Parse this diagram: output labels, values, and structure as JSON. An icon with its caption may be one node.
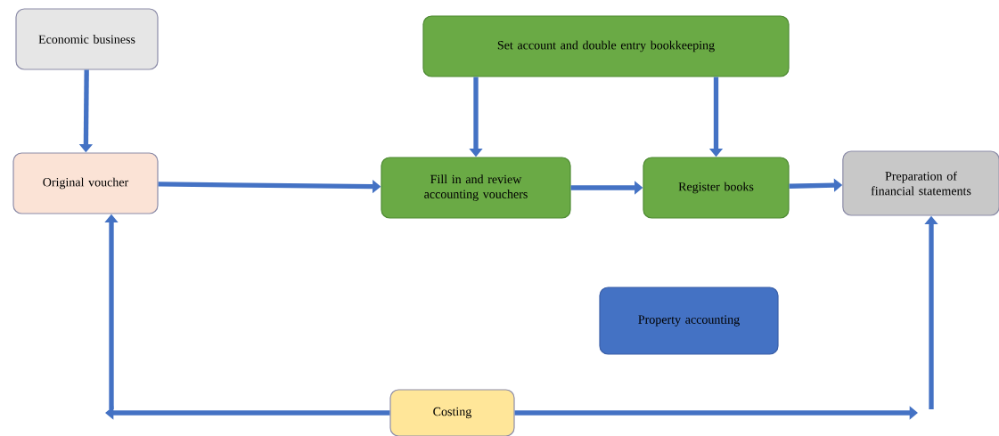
{
  "diagram": {
    "nodes": [
      {
        "text": [
          "Economic business"
        ]
      },
      {
        "text": [
          "Original voucher"
        ]
      },
      {
        "text": [
          "Set account and double entry bookkeeping"
        ]
      },
      {
        "text": [
          "Fill in and review accounting vouchers"
        ]
      },
      {
        "text": [
          "Register books"
        ]
      },
      {
        "text": [
          "Preparation of financial statements"
        ]
      },
      {
        "text": [
          "Property accounting"
        ]
      },
      {
        "text": [
          "Costing"
        ]
      }
    ],
    "edges": [
      {
        "from": 0,
        "to": 1,
        "arrow": "to"
      },
      {
        "from": 2,
        "to": 3,
        "arrow": "to"
      },
      {
        "from": 2,
        "to": 4,
        "arrow": "to"
      },
      {
        "from": 1,
        "to": 3,
        "arrow": "to"
      },
      {
        "from": 3,
        "to": 4,
        "arrow": "to"
      },
      {
        "from": 4,
        "to": 5,
        "arrow": "to"
      },
      {
        "from": 7,
        "to": null,
        "arrow": "to"
      },
      {
        "from": null,
        "to": 1,
        "arrow": "to"
      },
      {
        "from": 7,
        "to": null,
        "arrow": "to"
      },
      {
        "from": null,
        "to": 5,
        "arrow": "to"
      }
    ]
  }
}
